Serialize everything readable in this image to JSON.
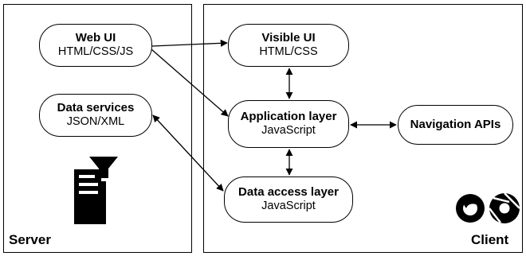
{
  "server": {
    "label": "Server",
    "nodes": {
      "web_ui": {
        "title": "Web UI",
        "sub": "HTML/CSS/JS"
      },
      "data_services": {
        "title": "Data services",
        "sub": "JSON/XML"
      }
    },
    "icon": "server-with-filter-icon"
  },
  "client": {
    "label": "Client",
    "nodes": {
      "visible_ui": {
        "title": "Visible UI",
        "sub": "HTML/CSS"
      },
      "application_layer": {
        "title": "Application layer",
        "sub": "JavaScript"
      },
      "navigation_apis": {
        "title": "Navigation APIs"
      },
      "data_access_layer": {
        "title": "Data access layer",
        "sub": "JavaScript"
      }
    },
    "icons": [
      "firefox-icon",
      "chrome-icon"
    ]
  }
}
